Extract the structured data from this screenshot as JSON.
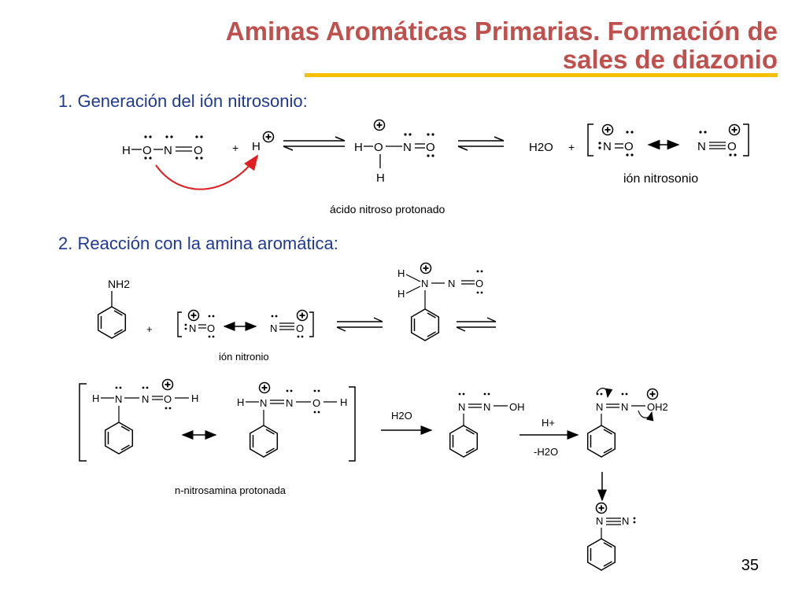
{
  "slide": {
    "title_line1": "Aminas Aromáticas Primarias. Formación de",
    "title_line2": "sales de diazonio",
    "section1": "1. Generación del ión nitrosonio:",
    "section2": "2. Reacción con la amina aromática:",
    "page_number": "35"
  },
  "labels": {
    "protonated_acid": "ácido nitroso protonado",
    "nitrosonium": "ión nitrosonio",
    "nitronium": "ión nitronio",
    "nitrosamine": "n-nitrosamina protonada",
    "water_reagent": "H2O",
    "acid_reagent": "H+",
    "minus_water": "-H2O",
    "plus_sign": "+"
  },
  "atoms": {
    "H": "H",
    "O": "O",
    "N": "N",
    "OH": "OH",
    "OH2": "OH2",
    "H2O": "H2O",
    "NH2": "NH2"
  },
  "colors": {
    "title": "#c0504d",
    "rule": "#f5c000",
    "heading": "#1f3a93",
    "curved_arrow": "#e02020"
  }
}
